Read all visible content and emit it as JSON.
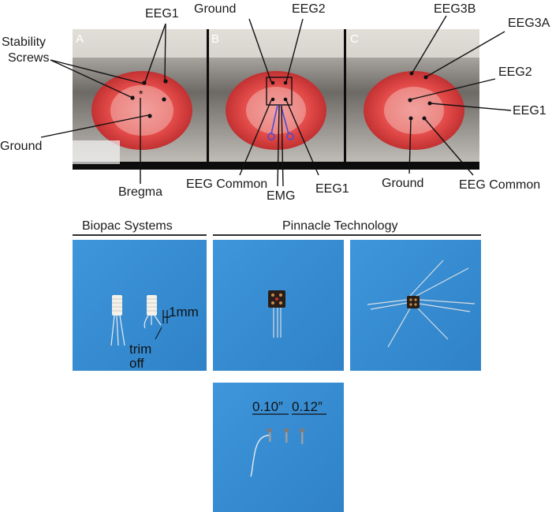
{
  "panels": {
    "A": {
      "letter": "A",
      "labels": {
        "eeg1": "EEG1",
        "stability_1": "Stability",
        "stability_2": "Screws",
        "ground": "Ground",
        "bregma": "Bregma"
      }
    },
    "B": {
      "letter": "B",
      "labels": {
        "ground": "Ground",
        "eeg2": "EEG2",
        "eeg_common": "EEG Common",
        "emg": "EMG",
        "eeg1": "EEG1"
      }
    },
    "C": {
      "letter": "C",
      "labels": {
        "eeg3b": "EEG3B",
        "eeg3a": "EEG3A",
        "eeg2": "EEG2",
        "eeg1": "EEG1",
        "ground": "Ground",
        "eeg_common": "EEG Common"
      }
    }
  },
  "sections": {
    "biopac": "Biopac Systems",
    "pinnacle": "Pinnacle Technology"
  },
  "photo_labels": {
    "one_mm": "1mm",
    "trim_1": "trim",
    "trim_2": "off",
    "screw_a": "0.10”",
    "screw_b": "0.12”"
  },
  "colors": {
    "photo_bg": "#3a8ed3",
    "skull_red": "#e23a3a",
    "fur": "#4a4a4a",
    "emg_wire": "#4b4bd6"
  }
}
